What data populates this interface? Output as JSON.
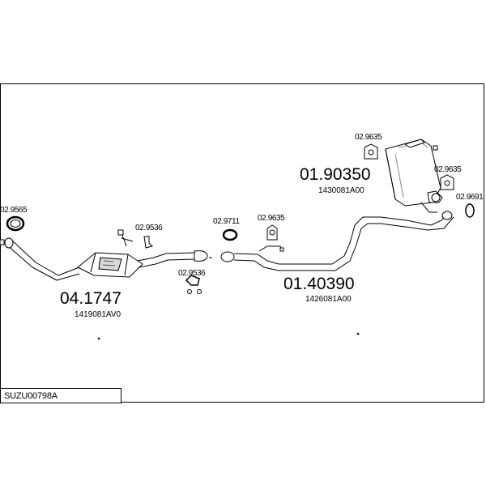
{
  "diagram": {
    "drawing_code": "SUZU00798A",
    "parts": [
      {
        "number": "04.1747",
        "oem": "1419081AV0"
      },
      {
        "number": "01.40390",
        "oem": "1426081A00"
      },
      {
        "number": "01.90350",
        "oem": "1430081A00"
      }
    ],
    "fittings": [
      "02.9565",
      "02.9536",
      "02.9536",
      "02.9711",
      "02.9635",
      "02.9635",
      "02.9635",
      "02.9691"
    ]
  }
}
